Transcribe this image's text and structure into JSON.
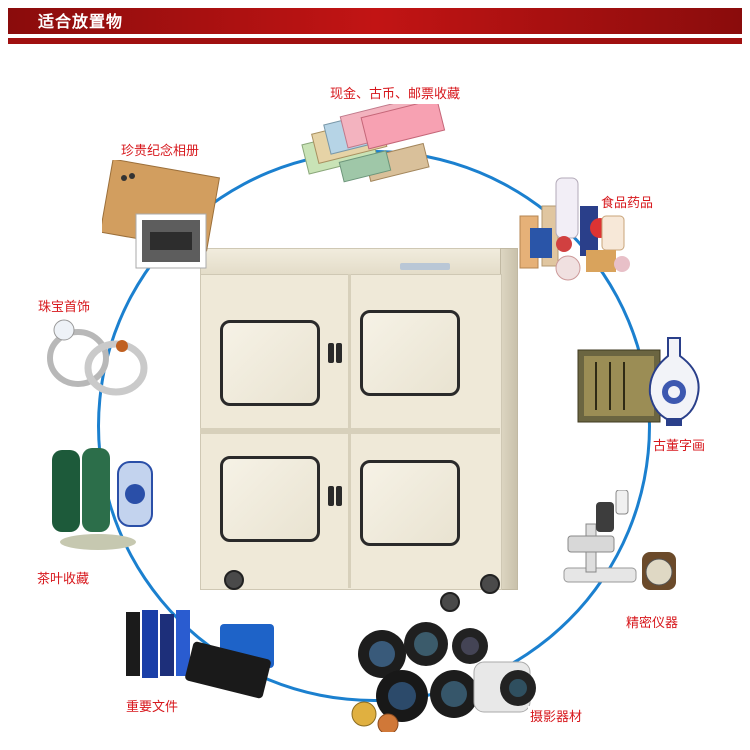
{
  "header": {
    "title": "适合放置物"
  },
  "categories": {
    "cash": "现金、古币、邮票收藏",
    "food": "食品药品",
    "antique": "古董字画",
    "instrument": "精密仪器",
    "camera": "摄影器材",
    "documents": "重要文件",
    "tea": "茶叶收藏",
    "jewelry": "珠宝首饰",
    "album": "珍贵纪念相册"
  },
  "colors": {
    "header": "#b31313",
    "label": "#d7171c",
    "ring": "#1b80cf"
  },
  "icons": [
    "banknotes-image",
    "bottles-image",
    "vase-image",
    "microscope-image",
    "camera-lens-image",
    "folders-image",
    "tea-tins-image",
    "rings-image",
    "photo-album-image",
    "dry-cabinet-image"
  ]
}
